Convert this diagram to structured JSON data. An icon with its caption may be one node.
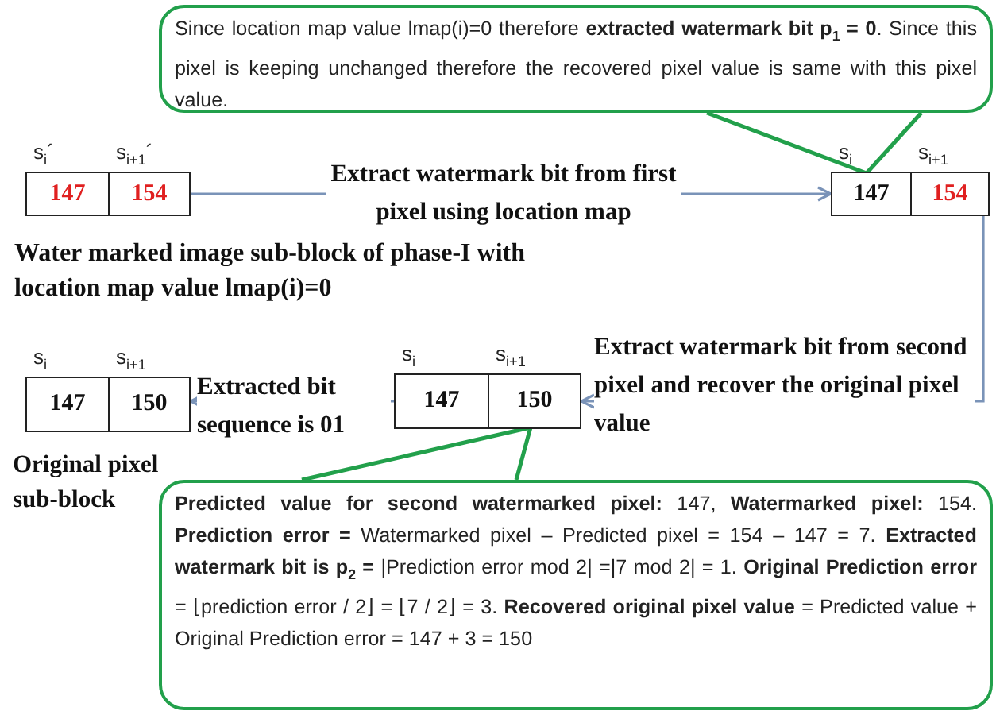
{
  "diagram": {
    "nodes": [
      {
        "text": [
          "Since location map value lmap(i)=0 therefore **extracted watermark bit p$_{1}$ = 0**. Since this pixel is keeping unchanged therefore the recovered pixel value is same with this pixel value."
        ]
      },
      {
        "text": [],
        "shape": "box",
        "beside": [
          "Water marked image sub-block of phase-I with location map value lmap(i)=0"
        ]
      },
      {
        "text": [
          "147"
        ],
        "in": 1,
        "beside": [
          "s$_{i}$´"
        ]
      },
      {
        "text": [
          "154"
        ],
        "in": 1,
        "beside": [
          "s$_{i+1}$´"
        ]
      },
      {
        "text": [],
        "shape": "box"
      },
      {
        "text": [
          "147"
        ],
        "in": 4,
        "beside": [
          "s$_{i}$"
        ]
      },
      {
        "text": [
          "154"
        ],
        "in": 4,
        "beside": [
          "s$_{i+1}$"
        ]
      },
      {
        "text": [],
        "shape": "box"
      },
      {
        "text": [
          "147"
        ],
        "in": 7,
        "beside": [
          "s$_{i}$"
        ]
      },
      {
        "text": [
          "150"
        ],
        "in": 7,
        "beside": [
          "s$_{i+1}$"
        ]
      },
      {
        "text": [],
        "shape": "box"
      },
      {
        "text": [
          "147"
        ],
        "in": 10,
        "beside": [
          "s$_{i}$"
        ]
      },
      {
        "text": [
          "150"
        ],
        "in": 10,
        "beside": [
          "s$_{i+1}$"
        ]
      },
      {
        "text": [
          "**Predicted value for second watermarked pixel:** 147, **Watermarked pixel:** 154. **Prediction error =** Watermarked pixel – Predicted pixel = 154 – 147 = 7. **Extracted watermark bit is p$_{2}$ =** |Prediction error mod 2| =|7 mod 2| = 1. **Original Prediction error** = ⌊prediction error / 2⌋ = ⌊7 / 2⌋ = 3. **Recovered original pixel value** = Predicted value + Original Prediction error = 147 + 3 = 150"
        ]
      }
    ],
    "edges": [
      {
        "from": 1,
        "to": 4,
        "arrow": "to",
        "label": "Extract watermark bit from first pixel using location map"
      },
      {
        "from": 4,
        "to": 10,
        "arrow": "to",
        "label": "Extract watermark bit from second pixel and recover the original pixel value"
      },
      {
        "from": 10,
        "to": 7,
        "arrow": "to",
        "label": "Extracted bit sequence is 01"
      },
      {
        "from": 0,
        "to": 5,
        "arrow": "none",
        "color": "#22a04b"
      },
      {
        "from": 13,
        "to": 12,
        "arrow": "none",
        "color": "#22a04b"
      }
    ],
    "labels": [
      "Original pixel sub-block"
    ]
  }
}
